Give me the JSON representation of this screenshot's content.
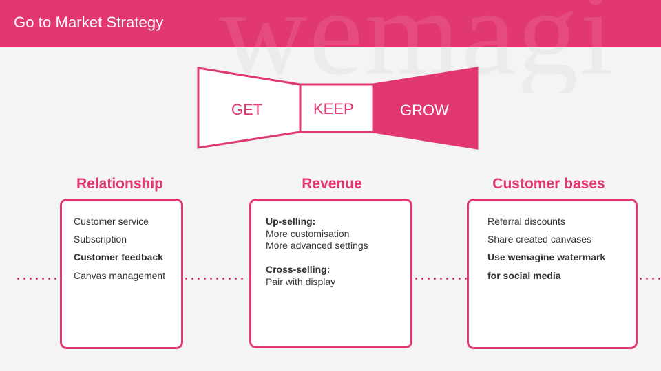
{
  "header": {
    "title": "Go to Market Strategy",
    "watermark": "wemagi"
  },
  "funnel": {
    "get": "GET",
    "keep": "KEEP",
    "grow": "GROW"
  },
  "sections": {
    "relationship": {
      "title": "Relationship",
      "items": [
        "Customer service",
        "Subscription",
        "Customer feedback",
        "Canvas management"
      ]
    },
    "revenue": {
      "title": "Revenue",
      "upselling_label": "Up-selling:",
      "upselling_items": [
        "More customisation",
        "More advanced settings"
      ],
      "crossselling_label": "Cross-selling:",
      "crossselling_items": [
        "Pair with display"
      ]
    },
    "customer_bases": {
      "title": "Customer bases",
      "items": [
        "Referral discounts",
        "Share created canvases",
        "Use wemagine watermark",
        "for social media"
      ]
    }
  },
  "colors": {
    "accent": "#e0386f",
    "background": "#f4f4f4",
    "text": "#333333"
  }
}
